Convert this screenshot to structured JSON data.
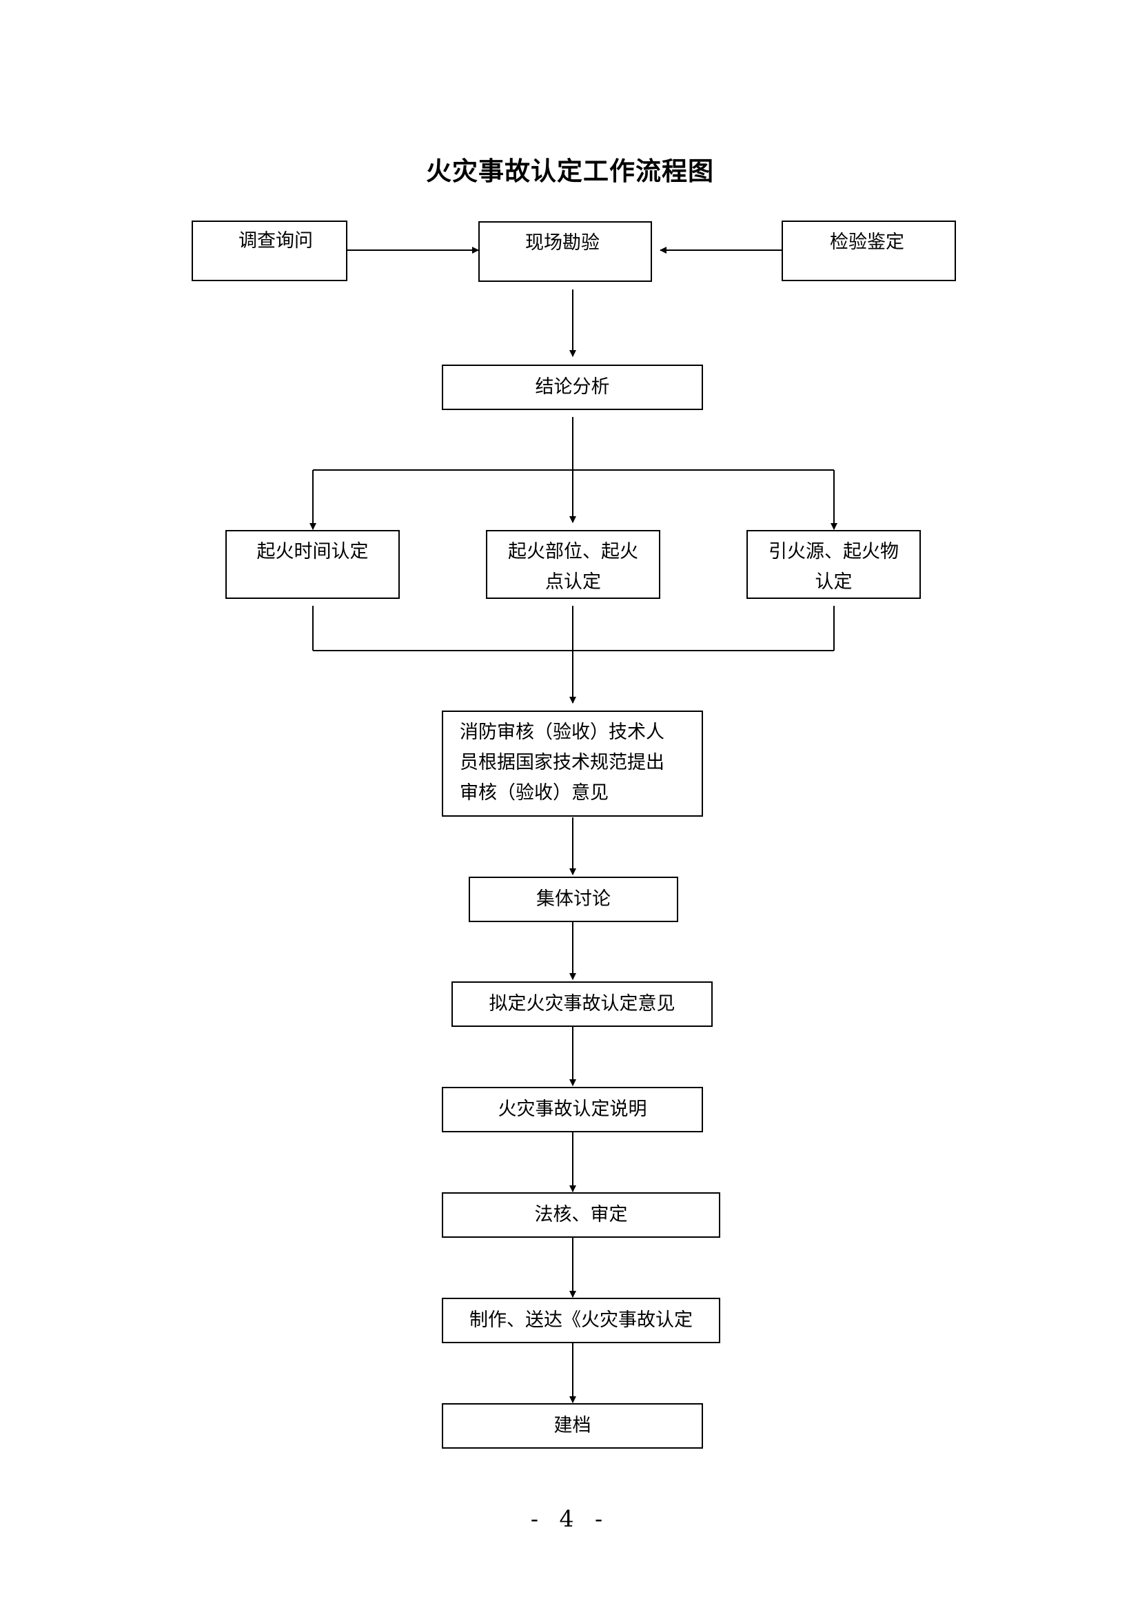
{
  "title": "火灾事故认定工作流程图",
  "nodes": {
    "investigation": "调查询问",
    "site_survey": "现场勘验",
    "inspection": "检验鉴定",
    "analysis": "结论分析",
    "fire_time": "起火时间认定",
    "fire_location_line1": "起火部位、起火",
    "fire_location_line2": "点认定",
    "fire_source_line1": "引火源、起火物",
    "fire_source_line2": "认定",
    "review_line1": "消防审核（验收）技术人",
    "review_line2": "员根据国家技术规范提出",
    "review_line3": "审核（验收）意见",
    "discussion": "集体讨论",
    "draft_opinion": "拟定火灾事故认定意见",
    "explanation": "火灾事故认定说明",
    "legal_review": "法核、审定",
    "issue": "制作、送达《火灾事故认定",
    "archive": "建档"
  },
  "page_number": "- 4 -"
}
